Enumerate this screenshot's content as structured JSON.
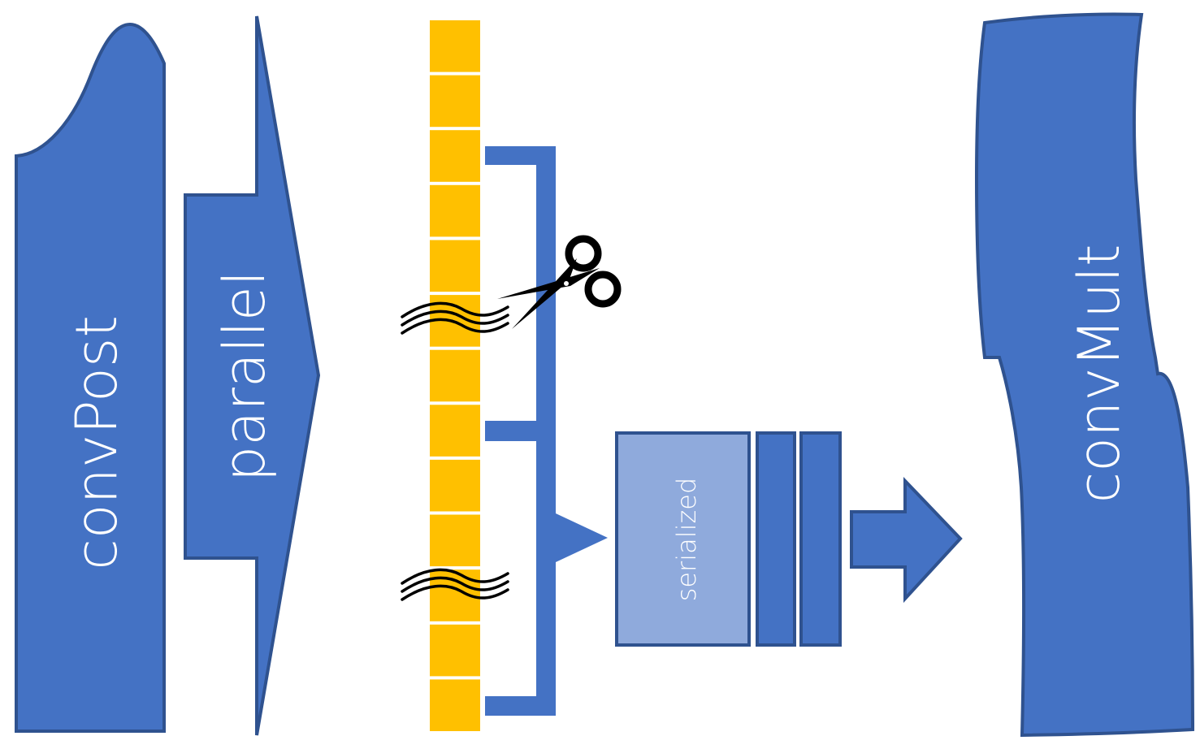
{
  "labels": {
    "conv_post": "convPost",
    "parallel": "parallel",
    "serialized": "serialized",
    "conv_mult": "convMult"
  },
  "icons": {
    "scissors": "scissors-icon",
    "cut_mark": "wavy-cut-icon"
  },
  "colors": {
    "primary_blue": "#4472C4",
    "blue_border": "#2F528F",
    "light_blue": "#8FAADC",
    "queue_yellow": "#FFC000",
    "background": "#FFFFFF"
  },
  "queue": {
    "cell_count": 13
  }
}
